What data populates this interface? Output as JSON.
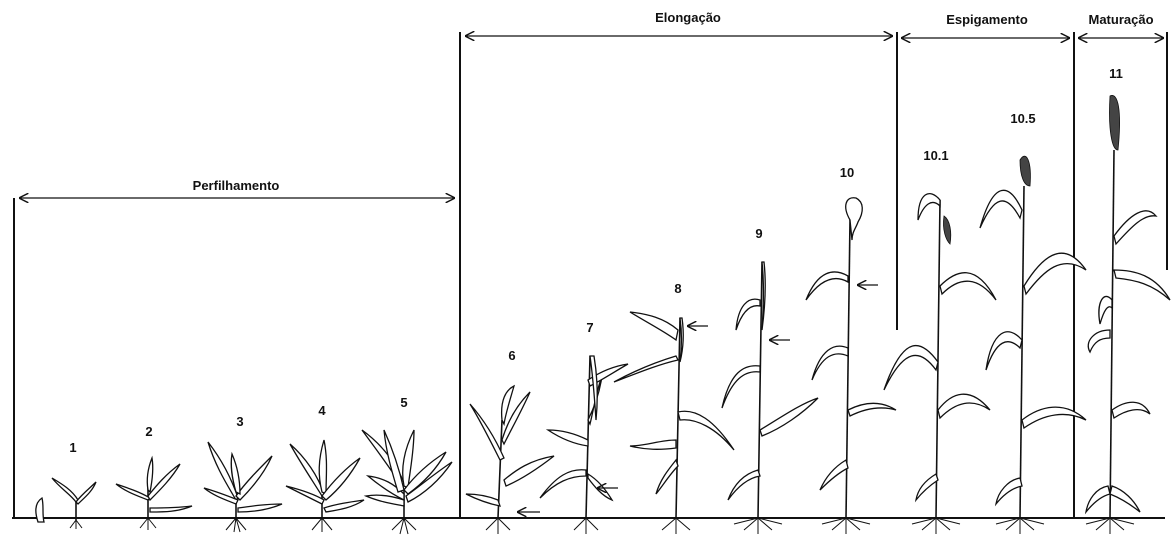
{
  "phases": [
    {
      "label": "Perfilhamento"
    },
    {
      "label": "Elongação"
    },
    {
      "label": "Espigamento"
    },
    {
      "label": "Maturação"
    }
  ],
  "stages": [
    "1",
    "2",
    "3",
    "4",
    "5",
    "6",
    "7",
    "8",
    "9",
    "10",
    "10.1",
    "10.5",
    "11"
  ],
  "colors": {
    "ink": "#111111",
    "paper": "#ffffff"
  }
}
